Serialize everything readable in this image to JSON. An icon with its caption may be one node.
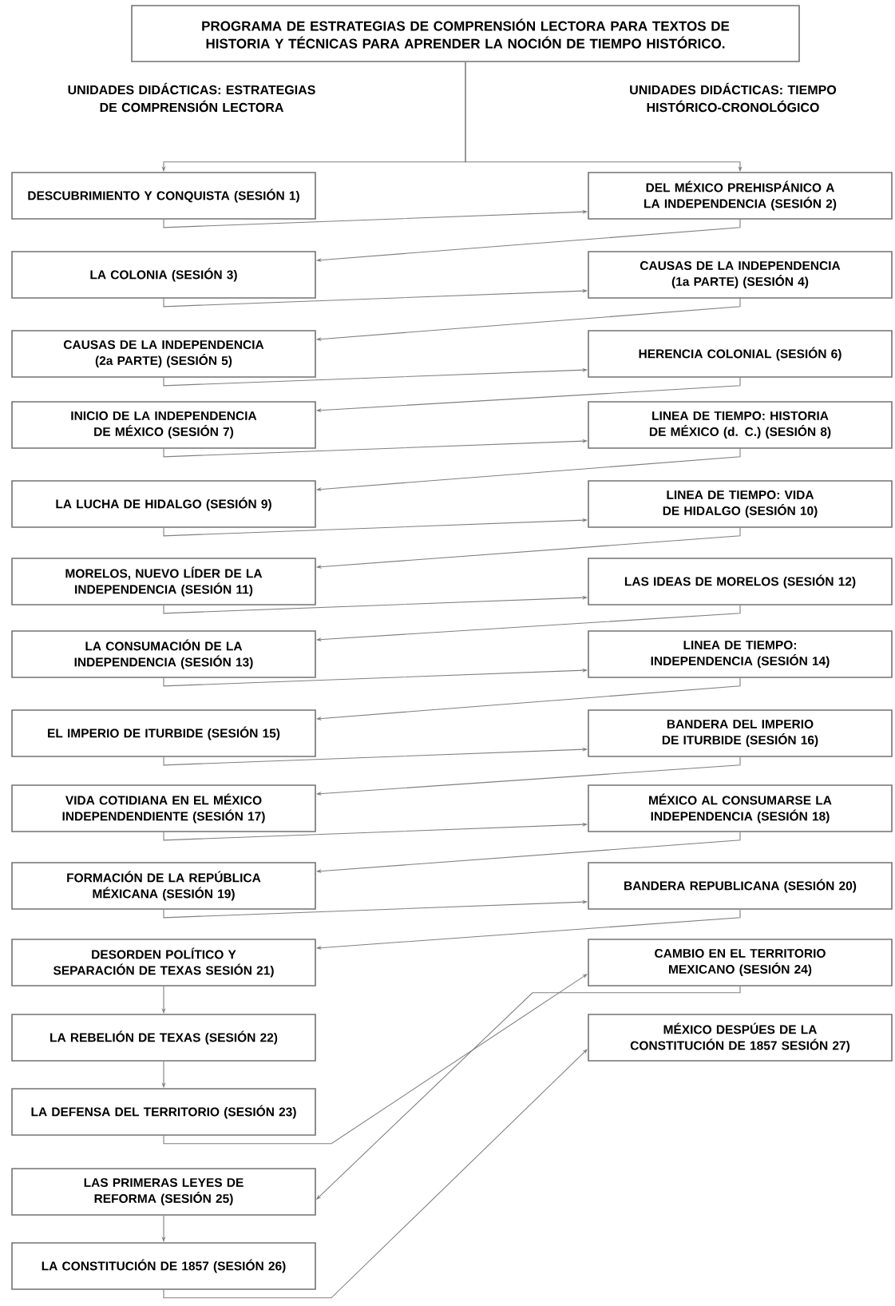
{
  "diagram": {
    "nodes": [
      {
        "text": [
          "PROGRAMA DE ESTRATEGIAS DE COMPRENSIÓN LECTORA PARA TEXTOS DE HISTORIA Y TÉCNICAS PARA APRENDER LA NOCIÓN DE TIEMPO HISTÓRICO."
        ]
      },
      {
        "text": [
          "DESCUBRIMIENTO Y CONQUISTA (SESIÓN 1)"
        ]
      },
      {
        "text": [
          "DEL MÉXICO PREHISPÁNICO A LA INDEPENDENCIA (SESIÓN 2)"
        ]
      },
      {
        "text": [
          "LA COLONIA (SESIÓN 3)"
        ]
      },
      {
        "text": [
          "CAUSAS DE LA INDEPENDENCIA (1a PARTE) (SESIÓN 4)"
        ]
      },
      {
        "text": [
          "CAUSAS DE LA INDEPENDENCIA (2a PARTE) (SESIÓN 5)"
        ]
      },
      {
        "text": [
          "HERENCIA COLONIAL (SESIÓN 6)"
        ]
      },
      {
        "text": [
          "INICIO DE LA INDEPENDENCIA DE MÉXICO (SESIÓN 7)"
        ]
      },
      {
        "text": [
          "LINEA DE TIEMPO: HISTORIA DE MÉXICO (d. C.) (SESIÓN 8)"
        ]
      },
      {
        "text": [
          "LA LUCHA DE HIDALGO (SESIÓN 9)"
        ]
      },
      {
        "text": [
          "LINEA DE TIEMPO: VIDA DE HIDALGO (SESIÓN 10)"
        ]
      },
      {
        "text": [
          "MORELOS, NUEVO LÍDER DE LA INDEPENDENCIA (SESIÓN 11)"
        ]
      },
      {
        "text": [
          "LAS IDEAS DE MORELOS (SESIÓN 12)"
        ]
      },
      {
        "text": [
          "LA CONSUMACIÓN DE LA INDEPENDENCIA (SESIÓN 13)"
        ]
      },
      {
        "text": [
          "LINEA DE TIEMPO: INDEPENDENCIA (SESIÓN 14)"
        ]
      },
      {
        "text": [
          "EL IMPERIO DE ITURBIDE (SESIÓN 15)"
        ]
      },
      {
        "text": [
          "BANDERA DEL IMPERIO DE ITURBIDE (SESIÓN 16)"
        ]
      },
      {
        "text": [
          "VIDA COTIDIANA EN EL MÉXICO INDEPENDENDIENTE (SESIÓN 17)"
        ]
      },
      {
        "text": [
          "MÉXICO AL CONSUMARSE LA INDEPENDENCIA (SESIÓN 18)"
        ]
      },
      {
        "text": [
          "FORMACIÓN DE LA REPÚBLICA MÉXICANA (SESIÓN 19)"
        ]
      },
      {
        "text": [
          "BANDERA REPUBLICANA (SESIÓN 20)"
        ]
      },
      {
        "text": [
          "DESORDEN POLÍTICO Y SEPARACIÓN DE TEXAS SESIÓN 21)"
        ]
      },
      {
        "text": [
          "LA REBELIÓN DE TEXAS (SESIÓN 22)"
        ]
      },
      {
        "text": [
          "LA DEFENSA DEL TERRITORIO (SESIÓN 23)"
        ]
      },
      {
        "text": [
          "CAMBIO EN EL TERRITORIO MEXICANO (SESIÓN 24)"
        ]
      },
      {
        "text": [
          "LAS PRIMERAS LEYES DE REFORMA (SESIÓN 25)"
        ]
      },
      {
        "text": [
          "LA CONSTITUCIÓN DE 1857 (SESIÓN 26)"
        ]
      },
      {
        "text": [
          "MÉXICO DESPÚES DE LA CONSTITUCIÓN DE 1857 SESIÓN 27)"
        ]
      }
    ],
    "edges": [
      {
        "from": 0,
        "to": 1,
        "arrow": "to"
      },
      {
        "from": 0,
        "to": 2,
        "arrow": "to"
      },
      {
        "from": 1,
        "to": 2,
        "arrow": "to"
      },
      {
        "from": 2,
        "to": 3,
        "arrow": "to"
      },
      {
        "from": 3,
        "to": 4,
        "arrow": "to"
      },
      {
        "from": 4,
        "to": 5,
        "arrow": "to"
      },
      {
        "from": 5,
        "to": 6,
        "arrow": "to"
      },
      {
        "from": 6,
        "to": 7,
        "arrow": "to"
      },
      {
        "from": 7,
        "to": 8,
        "arrow": "to"
      },
      {
        "from": 8,
        "to": 9,
        "arrow": "to"
      },
      {
        "from": 9,
        "to": 10,
        "arrow": "to"
      },
      {
        "from": 10,
        "to": 11,
        "arrow": "to"
      },
      {
        "from": 11,
        "to": 12,
        "arrow": "to"
      },
      {
        "from": 12,
        "to": 13,
        "arrow": "to"
      },
      {
        "from": 13,
        "to": 14,
        "arrow": "to"
      },
      {
        "from": 14,
        "to": 15,
        "arrow": "to"
      },
      {
        "from": 15,
        "to": 16,
        "arrow": "to"
      },
      {
        "from": 16,
        "to": 17,
        "arrow": "to"
      },
      {
        "from": 17,
        "to": 18,
        "arrow": "to"
      },
      {
        "from": 18,
        "to": 19,
        "arrow": "to"
      },
      {
        "from": 19,
        "to": 20,
        "arrow": "to"
      },
      {
        "from": 20,
        "to": 21,
        "arrow": "to"
      },
      {
        "from": 21,
        "to": 22,
        "arrow": "to"
      },
      {
        "from": 22,
        "to": 23,
        "arrow": "to"
      },
      {
        "from": 23,
        "to": 24,
        "arrow": "to"
      },
      {
        "from": 24,
        "to": 25,
        "arrow": "to"
      },
      {
        "from": 25,
        "to": 26,
        "arrow": "to"
      },
      {
        "from": 26,
        "to": 27,
        "arrow": "to"
      }
    ],
    "labels": [
      "UNIDADES DIDÁCTICAS: ESTRATEGIAS DE COMPRENSIÓN LECTORA",
      "UNIDADES DIDÁCTICAS: TIEMPO HISTÓRICO-CRONOLÓGICO"
    ]
  }
}
